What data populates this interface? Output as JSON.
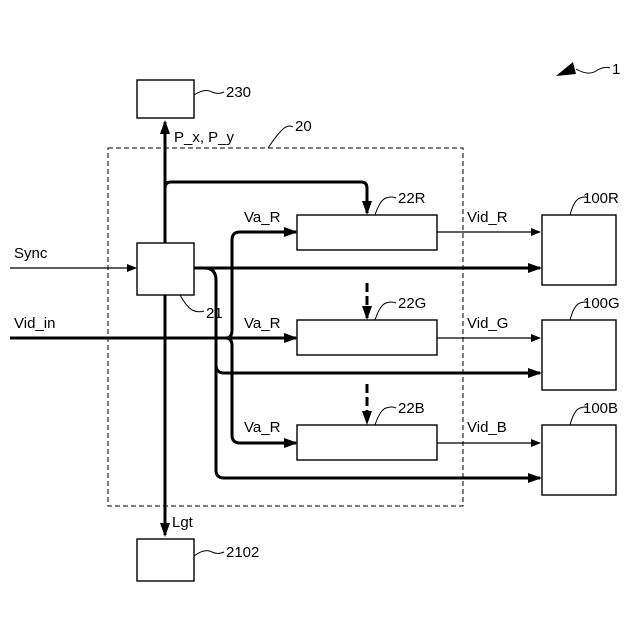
{
  "labels": {
    "system": "1",
    "block_230": "230",
    "pxpy": "P_x, P_y",
    "block_20": "20",
    "block_22R": "22R",
    "block_22G": "22G",
    "block_22B": "22B",
    "block_21": "21",
    "block_100R": "100R",
    "block_100G": "100G",
    "block_100B": "100B",
    "block_2102": "2102",
    "sync": "Sync",
    "vid_in": "Vid_in",
    "va_r_1": "Va_R",
    "va_r_2": "Va_R",
    "va_r_3": "Va_R",
    "vid_r": "Vid_R",
    "vid_g": "Vid_G",
    "vid_b": "Vid_B",
    "lgt": "Lgt"
  }
}
